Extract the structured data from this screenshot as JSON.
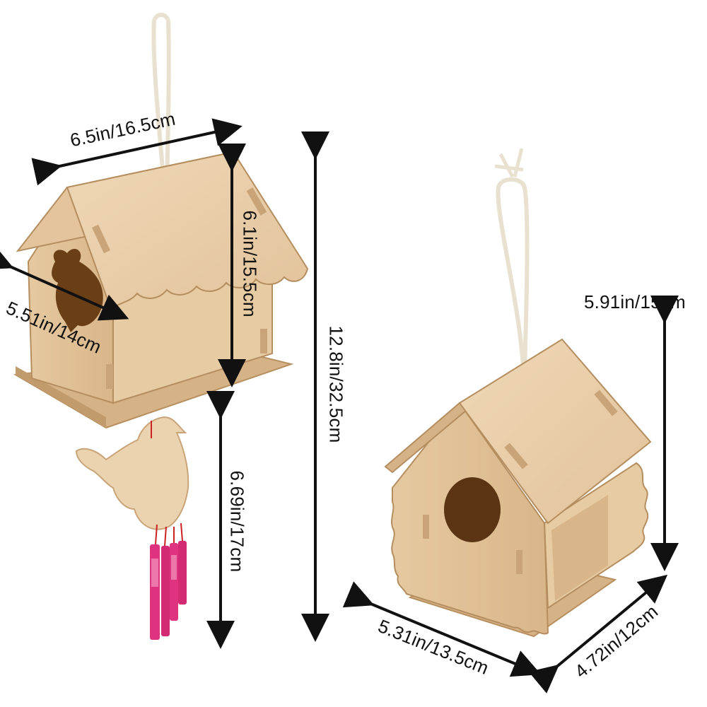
{
  "dimensions": {
    "hanging_width": "6.5in/16.5cm",
    "hanging_depth": "5.51in/14cm",
    "hanging_house_height": "6.1in/15.5cm",
    "hanging_total_height": "12.8in/32.5cm",
    "hanging_chime_height": "6.69in/17cm",
    "house_height": "5.91in/15cm",
    "house_width": "5.31in/13.5cm",
    "house_depth": "4.72in/12cm"
  },
  "colors": {
    "wood_light": "#ecd3b0",
    "wood_mid": "#ddbb90",
    "wood_dark": "#c49a6c",
    "hole": "#5a3413",
    "chime": "#e0337f",
    "rope": "#e9e1cf"
  }
}
